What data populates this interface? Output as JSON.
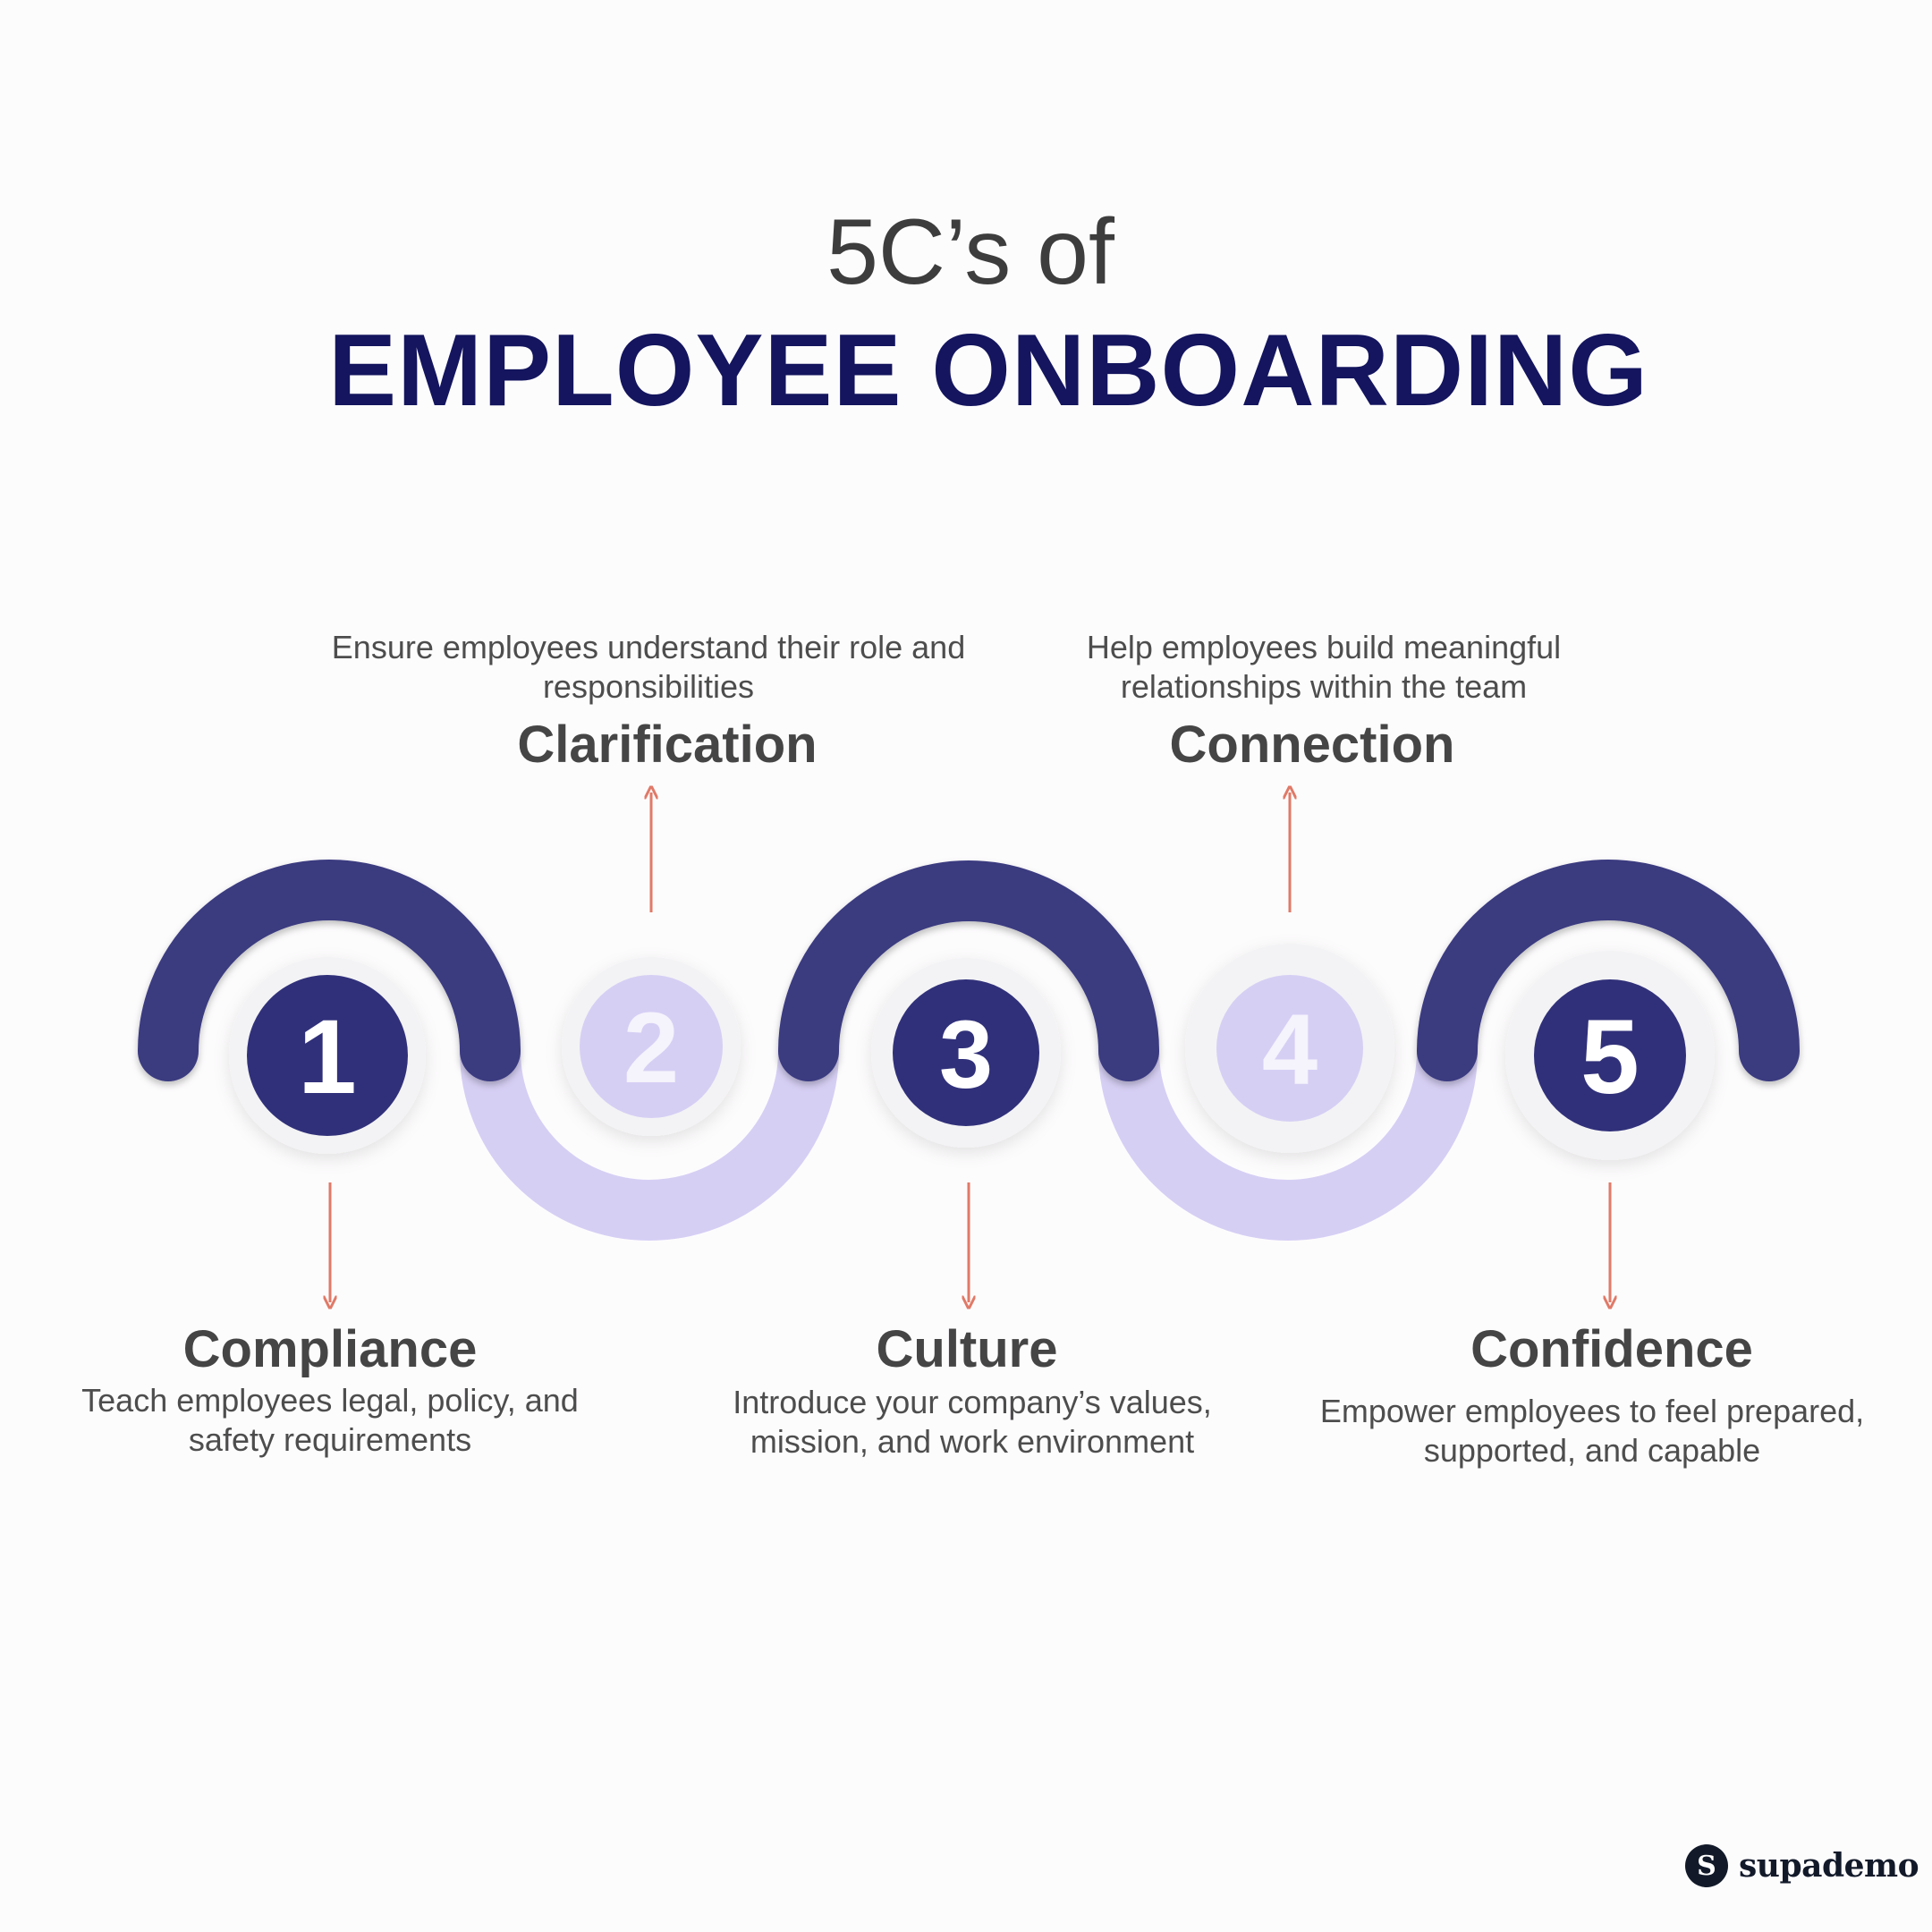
{
  "header": {
    "title_line1": "5C’s of",
    "title_line2": "EMPLOYEE ONBOARDING"
  },
  "steps": [
    {
      "number": "1",
      "title": "Compliance",
      "description": "Teach employees legal, policy, and safety requirements",
      "position": "below"
    },
    {
      "number": "2",
      "title": "Clarification",
      "description": "Ensure employees understand their role and responsibilities",
      "position": "above"
    },
    {
      "number": "3",
      "title": "Culture",
      "description": "Introduce your company’s values, mission, and work environment",
      "position": "below"
    },
    {
      "number": "4",
      "title": "Connection",
      "description": "Help employees build meaningful relationships within the team",
      "position": "above"
    },
    {
      "number": "5",
      "title": "Confidence",
      "description": "Empower employees to feel prepared, supported, and capable",
      "position": "below"
    }
  ],
  "colors": {
    "dark_navy": "#3a3a80",
    "light_lavender": "#d6cff4",
    "title_navy": "#14155e",
    "arrow_coral": "#e07a68",
    "number_light": "#f5f3fc"
  },
  "brand": {
    "logo_letter": "S",
    "name": "supademo"
  }
}
